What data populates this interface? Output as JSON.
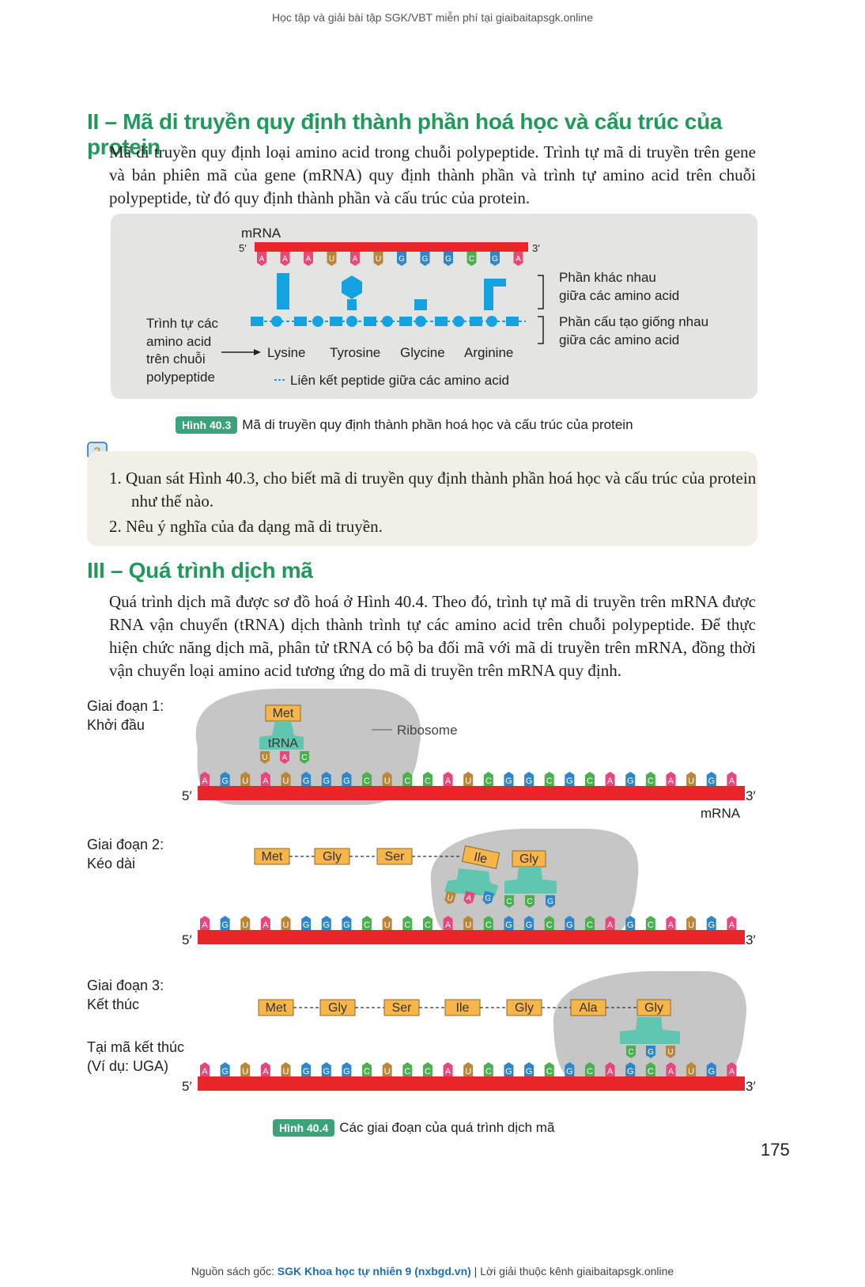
{
  "header_note": "Học tập và giải bài tập SGK/VBT miễn phí tại giaibaitapsgk.online",
  "section2": {
    "title": "II – Mã di truyền quy định thành phần hoá học và cấu trúc của protein",
    "paragraph": "Mã di truyền quy định loại amino acid trong chuỗi polypeptide. Trình tự mã di truyền trên gene và bản phiên mã của gene (mRNA) quy định thành phần và trình tự amino acid trên chuỗi polypeptide, từ đó quy định thành phần và cấu trúc của protein."
  },
  "figure403": {
    "mrna_label": "mRNA",
    "five_prime": "5′",
    "three_prime": "3′",
    "bases": [
      "A",
      "A",
      "A",
      "U",
      "A",
      "U",
      "G",
      "G",
      "G",
      "C",
      "G",
      "A"
    ],
    "left_label": [
      "Trình tự các",
      "amino acid",
      "trên chuỗi",
      "polypeptide"
    ],
    "amino_acids": [
      "Lysine",
      "Tyrosine",
      "Glycine",
      "Arginine"
    ],
    "right_label_1": [
      "Phần khác nhau",
      "giữa các amino acid"
    ],
    "right_label_2": [
      "Phần cấu tạo giống nhau",
      "giữa các amino acid"
    ],
    "legend": "Liên kết peptide giữa các amino acid",
    "caption_tag": "Hình 40.3",
    "caption_text": "Mã di truyền quy định thành phần hoá học và cấu trúc của protein"
  },
  "questions": {
    "icon": "?",
    "items": [
      "1. Quan sát Hình 40.3, cho biết mã di truyền quy định thành phần hoá học và cấu trúc của protein như thế nào.",
      "2. Nêu ý nghĩa của đa dạng mã di truyền."
    ]
  },
  "section3": {
    "title": "III – Quá trình dịch mã",
    "paragraph": "Quá trình dịch mã được sơ đồ hoá ở Hình 40.4. Theo đó, trình tự mã di truyền trên mRNA được RNA vận chuyển (tRNA) dịch thành trình tự các amino acid trên chuỗi polypeptide. Để thực hiện chức năng dịch mã, phân tử tRNA có bộ ba đối mã với mã di truyền trên mRNA, đồng thời vận chuyển loại amino acid tương ứng do mã di truyền trên mRNA quy định."
  },
  "figure404": {
    "mrna_bases": [
      "A",
      "G",
      "U",
      "A",
      "U",
      "G",
      "G",
      "G",
      "C",
      "U",
      "C",
      "C",
      "A",
      "U",
      "C",
      "G",
      "G",
      "C",
      "G",
      "C",
      "A",
      "G",
      "C",
      "A",
      "U",
      "G",
      "A"
    ],
    "five_prime": "5′",
    "three_prime": "3′",
    "stage1": {
      "label": [
        "Giai đoạn 1:",
        "Khởi đầu"
      ],
      "amino": "Met",
      "trna": "tRNA",
      "anticodon": [
        "U",
        "A",
        "C"
      ],
      "ribosome": "Ribosome",
      "mrna": "mRNA"
    },
    "stage2": {
      "label": [
        "Giai đoạn 2:",
        "Kéo dài"
      ],
      "chain": [
        "Met",
        "Gly",
        "Ser"
      ],
      "ile": "Ile",
      "gly": "Gly",
      "anticodon1": [
        "U",
        "A",
        "G"
      ],
      "anticodon2": [
        "C",
        "C",
        "G"
      ]
    },
    "stage3": {
      "label": [
        "Giai đoạn 3:",
        "Kết thúc"
      ],
      "stop_label": [
        "Tại mã kết thúc",
        "(Ví dụ: UGA)"
      ],
      "chain": [
        "Met",
        "Gly",
        "Ser",
        "Ile",
        "Gly",
        "Ala"
      ],
      "last": "Gly",
      "anticodon": [
        "C",
        "G",
        "U"
      ]
    },
    "caption_tag": "Hình 40.4",
    "caption_text": "Các giai đoạn của quá trình dịch mã"
  },
  "page_number": "175",
  "footer": {
    "prefix": "Nguồn sách gốc: ",
    "source": "SGK Khoa học tự nhiên 9 (nxbgd.vn)",
    "suffix": " | Lời giải thuộc kênh giaibaitapsgk.online"
  },
  "colors": {
    "heading": "#1f9a5b",
    "mrna": "#e8262a",
    "protein": "#12a3e0",
    "amino_box": "#f7b54a",
    "trna": "#5fc7b0",
    "ribosome": "#b9b9b9"
  }
}
